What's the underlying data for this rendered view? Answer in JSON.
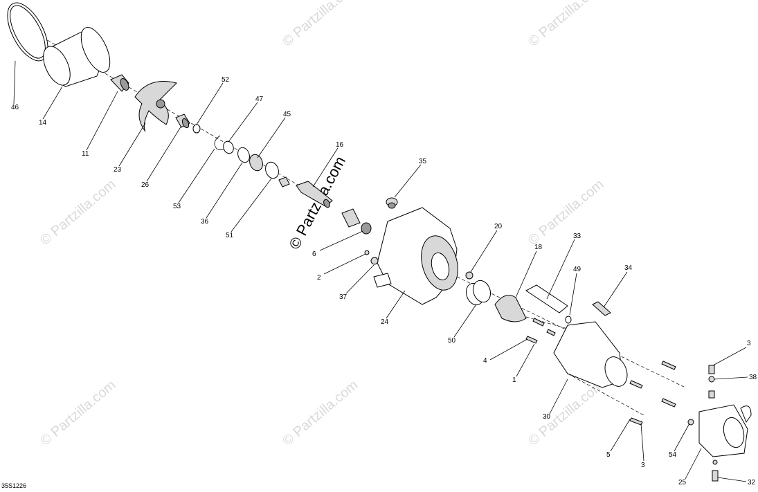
{
  "diagram_code": "35S1226",
  "watermark_text": "© Partzilla.com",
  "labels": {
    "l46": "46",
    "l14": "14",
    "l11": "11",
    "l23": "23",
    "l26": "26",
    "l52": "52",
    "l47": "47",
    "l45": "45",
    "l16": "16",
    "l53": "53",
    "l36": "36",
    "l51": "51",
    "l35": "35",
    "l6": "6",
    "l2": "2",
    "l37": "37",
    "l24": "24",
    "l20": "20",
    "l18": "18",
    "l33": "33",
    "l49": "49",
    "l34": "34",
    "l50": "50",
    "l4": "4",
    "l1": "1",
    "l30": "30",
    "l3a": "3",
    "l38": "38",
    "l5": "5",
    "l3b": "3",
    "l54": "54",
    "l25": "25",
    "l32": "32"
  }
}
